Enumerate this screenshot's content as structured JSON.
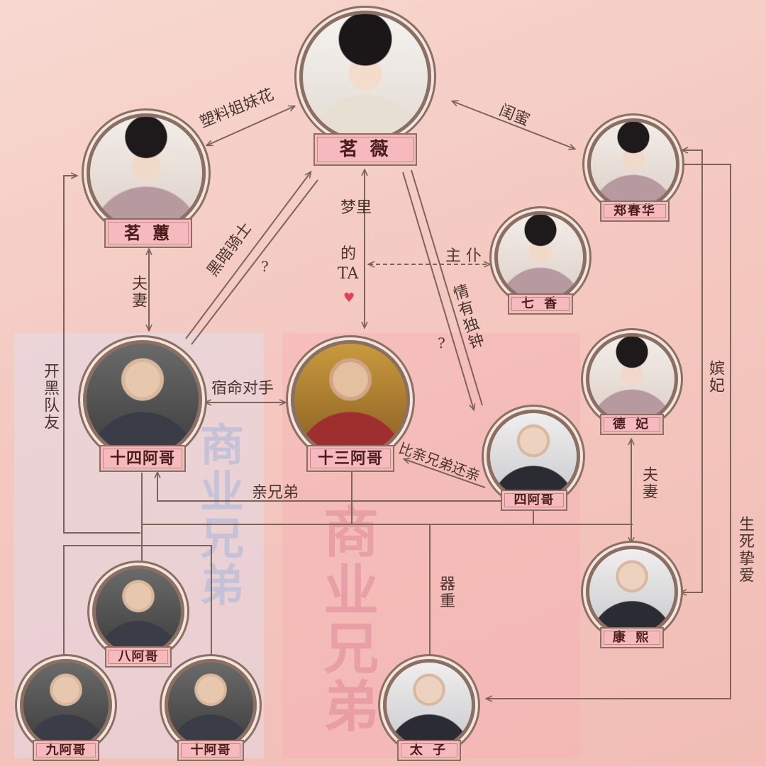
{
  "watermark": "商业兄弟",
  "characters": {
    "mingwei": {
      "name": "茗 薇"
    },
    "minghui": {
      "name": "茗 蕙"
    },
    "zhengchunhua": {
      "name": "郑春华"
    },
    "qixiang": {
      "name": "七 香"
    },
    "shisi": {
      "name": "十四阿哥"
    },
    "shisan": {
      "name": "十三阿哥"
    },
    "defei": {
      "name": "德 妃"
    },
    "si": {
      "name": "四阿哥"
    },
    "kangxi": {
      "name": "康 熙"
    },
    "ba": {
      "name": "八阿哥"
    },
    "jiu": {
      "name": "九阿哥"
    },
    "shi": {
      "name": "十阿哥"
    },
    "taizi": {
      "name": "太 子"
    }
  },
  "relations": {
    "plastic_sisters": "塑料姐妹花",
    "best_friend": "闺蜜",
    "dark_knight": "黑暗骑士",
    "q1": "?",
    "dream_ta_1": "梦里",
    "dream_ta_2": "的",
    "dream_ta_3": "TA",
    "heart": "♥",
    "master_servant": "主 仆",
    "special_love": "情有独钟",
    "q2": "?",
    "couple_1": "夫妻",
    "rival": "宿命对手",
    "closer_than_brothers": "比亲兄弟还亲",
    "blood_brothers": "亲兄弟",
    "gaming_teammates": "开黑队友",
    "concubine": "嫔妃",
    "couple_2": "夫妻",
    "valued": "器重",
    "eternal_love": "生死挚爱"
  },
  "colors": {
    "line": "#7d6458",
    "plate": "#f6b9bd",
    "frame": "#8b6f62"
  }
}
